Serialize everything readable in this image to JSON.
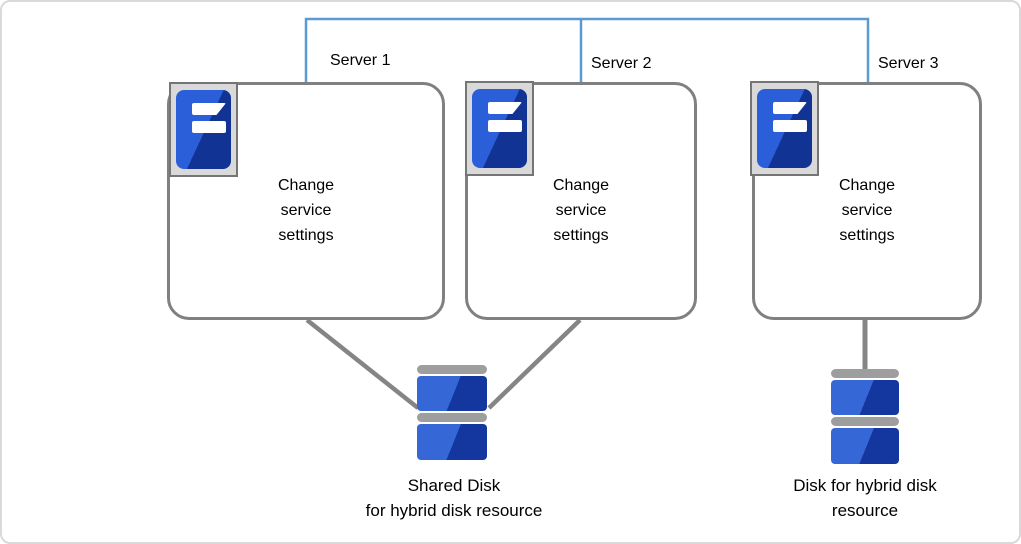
{
  "diagram": {
    "title": "",
    "servers": [
      {
        "label": "Server 1",
        "action": "Change\nservice\nsettings"
      },
      {
        "label": "Server 2",
        "action": "Change\nservice\nsettings"
      },
      {
        "label": "Server 3",
        "action": "Change\nservice\nsettings"
      }
    ],
    "disks": [
      {
        "caption": "Shared Disk\nfor hybrid disk resource"
      },
      {
        "caption": "Disk for hybrid disk\nresource"
      }
    ],
    "colors": {
      "network_line": "#5B9BD5",
      "connector_line": "#858585",
      "box_border": "#808080",
      "icon_frame": "#D9D9D9",
      "server_blue_light": "#2B5FD9",
      "server_blue_dark": "#113494",
      "disk_blue_light": "#3567D6",
      "disk_blue_dark": "#13379F",
      "disk_bar_gray": "#9E9E9E"
    }
  }
}
